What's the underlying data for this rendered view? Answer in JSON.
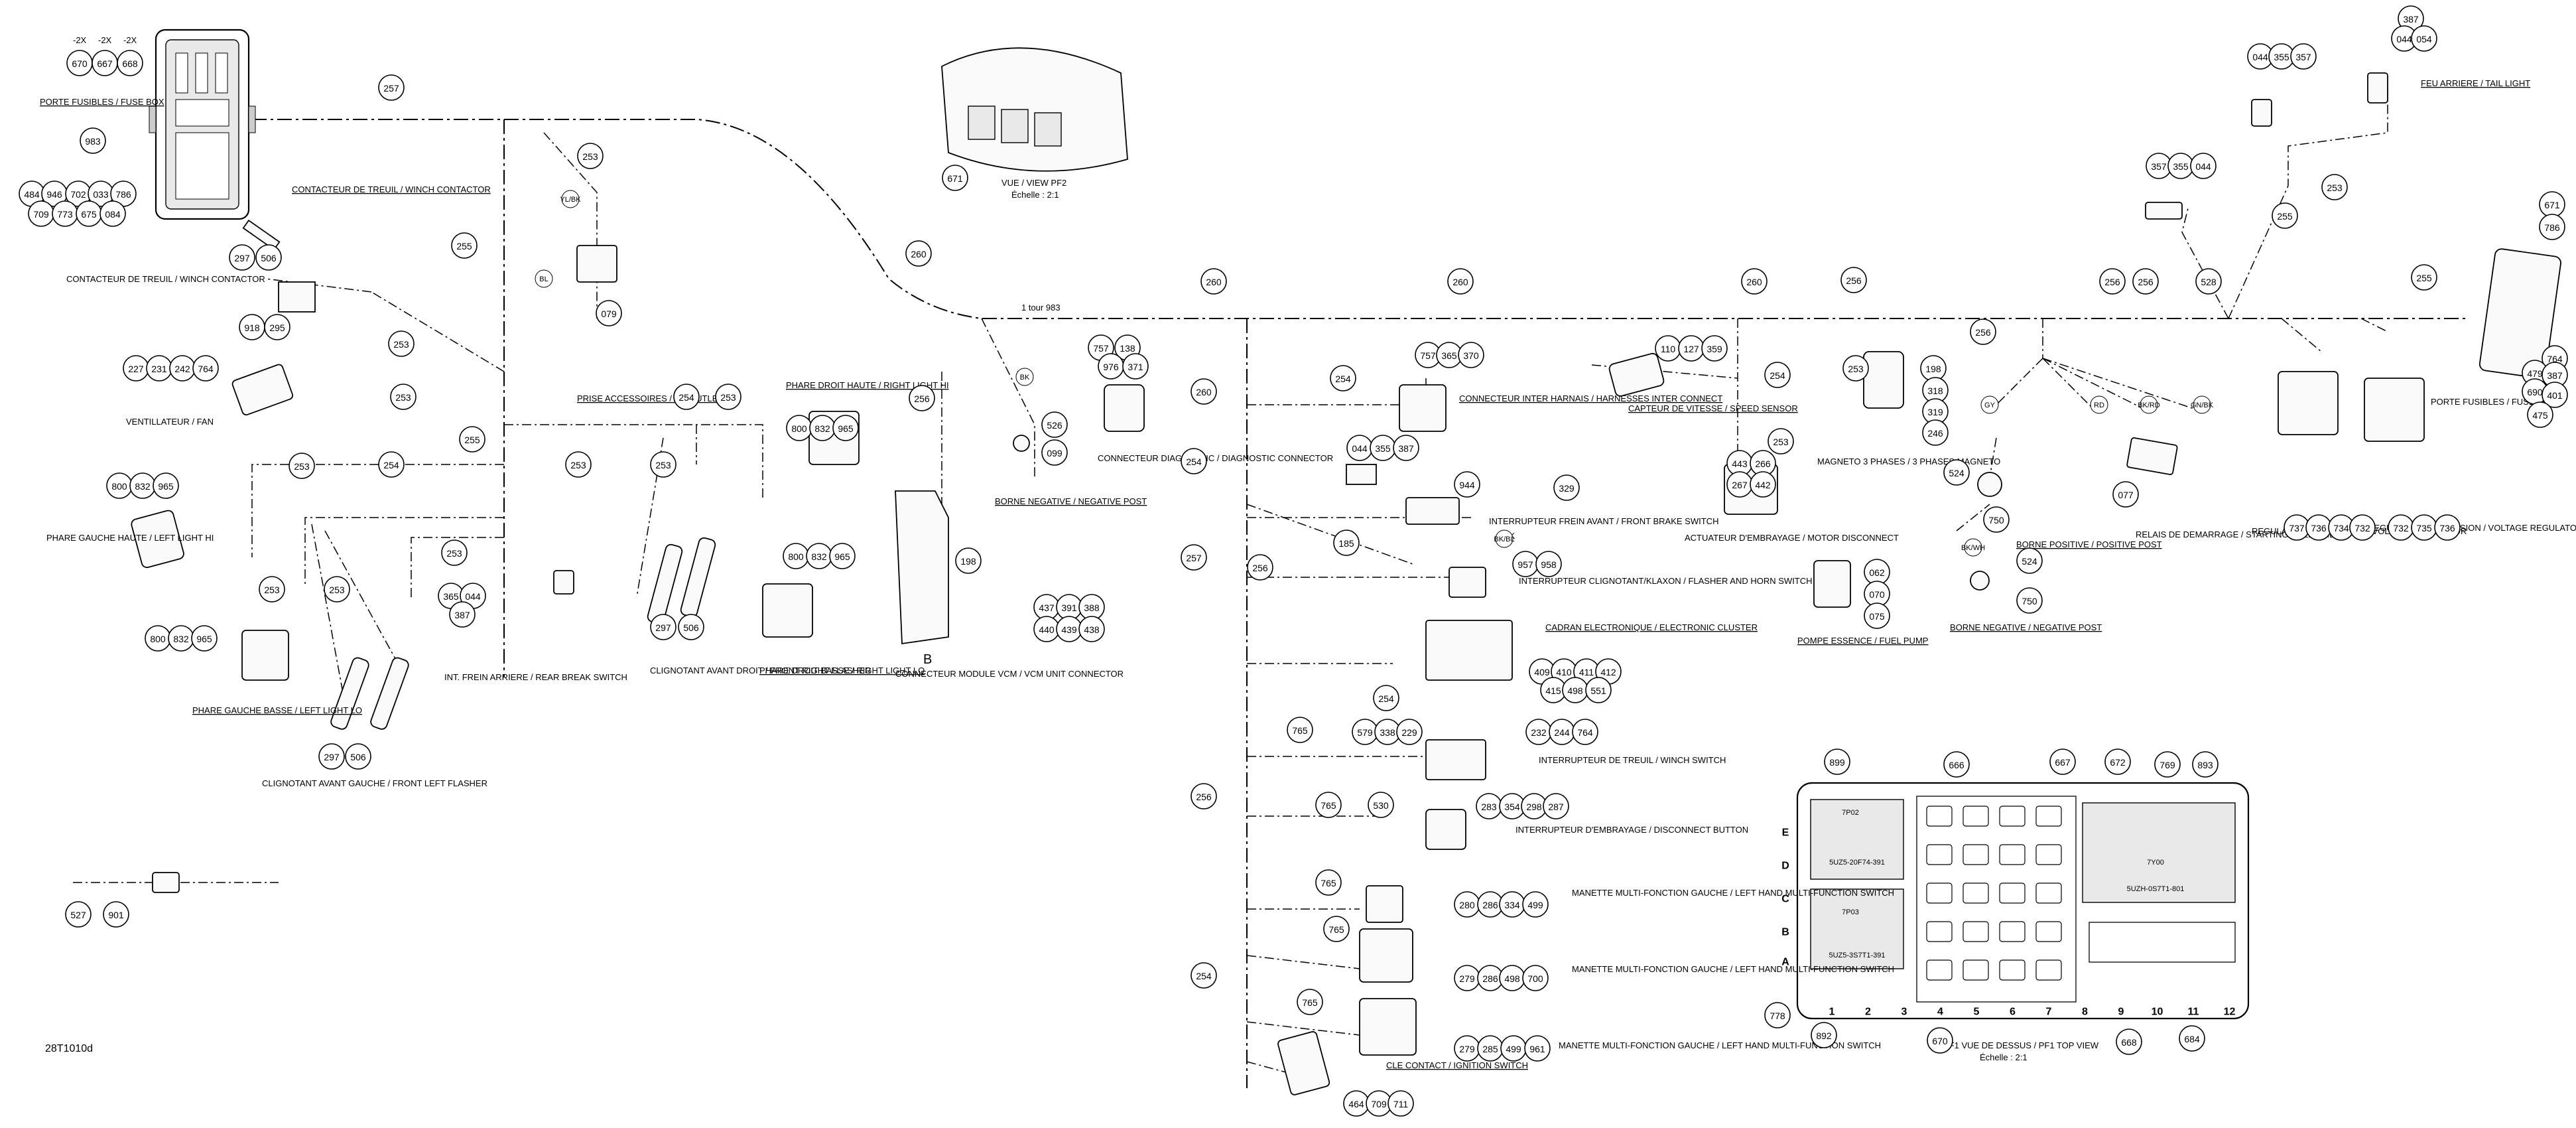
{
  "drawing_code": "28T1010d",
  "fuse_box_top": {
    "label": "PORTE FUSIBLES / FUSE BOX",
    "qty_labels": [
      "-2X",
      "-2X",
      "-2X"
    ],
    "qty_parts": [
      "670",
      "667",
      "668"
    ],
    "parts": [
      "983",
      "484",
      "946",
      "702",
      "033",
      "786",
      "709",
      "773",
      "675",
      "084"
    ]
  },
  "labels": [
    {
      "id": "winch-contactor-top",
      "text": "CONTACTEUR DE TREUIL / WINCH CONTACTOR"
    },
    {
      "id": "winch-contactor-left",
      "text": "CONTACTEUR DE TREUIL / WINCH CONTACTOR"
    },
    {
      "id": "fan",
      "text": "VENTILLATEUR / FAN"
    },
    {
      "id": "left-hi",
      "text": "PHARE GAUCHE HAUTE / LEFT LIGHT HI"
    },
    {
      "id": "left-lo",
      "text": "PHARE GAUCHE BASSE / LEFT LIGHT LO"
    },
    {
      "id": "front-left-flasher",
      "text": "CLIGNOTANT AVANT GAUCHE / FRONT LEFT FLASHER"
    },
    {
      "id": "rear-brake",
      "text": "INT. FREIN ARRIERE / REAR BREAK SWITCH"
    },
    {
      "id": "dc-outlet",
      "text": "PRISE ACCESSOIRES / DC OUTLET"
    },
    {
      "id": "front-right-flasher",
      "text": "CLIGNOTANT AVANT DROIT / FRONT RIGHT FLASHER"
    },
    {
      "id": "right-hi",
      "text": "PHARE DROIT HAUTE / RIGHT LIGHT HI"
    },
    {
      "id": "right-lo",
      "text": "PHARE DROIT BASSE / RIGHT LIGHT LO"
    },
    {
      "id": "view-pf2",
      "text": "VUE / VIEW PF2"
    },
    {
      "id": "view-scale",
      "text": "Échelle : 2:1"
    },
    {
      "id": "neg-post-1",
      "text": "BORNE NEGATIVE / NEGATIVE POST"
    },
    {
      "id": "diag-conn",
      "text": "CONNECTEUR DIAGNOSTIC / DIAGNOSTIC CONNECTOR"
    },
    {
      "id": "vcm",
      "text": "CONNECTEUR MODULE VCM / VCM UNIT CONNECTOR"
    },
    {
      "id": "inter-harness",
      "text": "CONNECTEUR INTER HARNAIS / HARNESSES INTER CONNECT"
    },
    {
      "id": "front-brake",
      "text": "INTERRUPTEUR FREIN AVANT / FRONT BRAKE SWITCH"
    },
    {
      "id": "flasher-sw",
      "text": "INTERRUPTEUR CLIGNOTANT/KLAXON / FLASHER AND HORN SWITCH"
    },
    {
      "id": "cluster",
      "text": "CADRAN ELECTRONIQUE / ELECTRONIC CLUSTER"
    },
    {
      "id": "winch-switch",
      "text": "INTERRUPTEUR DE TREUIL / WINCH SWITCH"
    },
    {
      "id": "disconnect-btn",
      "text": "INTERRUPTEUR D'EMBRAYAGE / DISCONNECT BUTTON"
    },
    {
      "id": "lh-multi-1",
      "text": "MANETTE MULTI-FONCTION GAUCHE / LEFT HAND MULTI-FUNCTION SWITCH"
    },
    {
      "id": "lh-multi-2",
      "text": "MANETTE MULTI-FONCTION GAUCHE / LEFT HAND MULTI-FUNCTION SWITCH"
    },
    {
      "id": "lh-multi-3",
      "text": "MANETTE MULTI-FONCTION GAUCHE / LEFT HAND MULTI-FUNCTION SWITCH"
    },
    {
      "id": "ignition",
      "text": "CLE CONTACT / IGNITION SWITCH"
    },
    {
      "id": "speed-sensor",
      "text": "CAPTEUR DE VITESSE / SPEED SENSOR"
    },
    {
      "id": "motor-disconnect",
      "text": "ACTUATEUR D'EMBRAYAGE / MOTOR DISCONNECT"
    },
    {
      "id": "magneto",
      "text": "MAGNETO 3 PHASES / 3 PHASES MAGNETO"
    },
    {
      "id": "fuel-pump",
      "text": "POMPE ESSENCE / FUEL PUMP"
    },
    {
      "id": "pos-post",
      "text": "BORNE POSITIVE / POSITIVE POST"
    },
    {
      "id": "starting-solenoid",
      "text": "RELAIS DE DEMARRAGE / STARTING SOLENOID"
    },
    {
      "id": "neg-post-2",
      "text": "BORNE NEGATIVE / NEGATIVE POST"
    },
    {
      "id": "vreg-1",
      "text": "REGULATEUR DE TENSION / VOLTAGE REGULATOR"
    },
    {
      "id": "vreg-2",
      "text": "REGULATEUR DE TENSION / VOLTAGE REGULATOR"
    },
    {
      "id": "fuse-box-right",
      "text": "PORTE FUSIBLES / FUSE BOX"
    },
    {
      "id": "tail-light",
      "text": "FEU ARRIERE / TAIL LIGHT"
    },
    {
      "id": "pf1-top-view",
      "text": "PF1 VUE DE DESSUS / PF1 TOP VIEW"
    },
    {
      "id": "pf1-scale",
      "text": "Échelle : 2:1"
    },
    {
      "id": "one-turn",
      "text": "1 tour 983"
    },
    {
      "id": "bk1",
      "text": "BK"
    },
    {
      "id": "bk2",
      "text": "BK"
    },
    {
      "id": "b-letter",
      "text": "B"
    }
  ],
  "callouts": [
    {
      "id": "c-257",
      "n": "257"
    },
    {
      "id": "c-253a",
      "n": "253"
    },
    {
      "id": "c-255a",
      "n": "255"
    },
    {
      "id": "c-260a",
      "n": "260"
    },
    {
      "id": "c-079",
      "n": "079"
    },
    {
      "id": "c-297a",
      "n": "297"
    },
    {
      "id": "c-506a",
      "n": "506"
    },
    {
      "id": "c-918",
      "n": "918"
    },
    {
      "id": "c-295",
      "n": "295"
    },
    {
      "id": "c-227",
      "n": "227"
    },
    {
      "id": "c-231",
      "n": "231"
    },
    {
      "id": "c-242",
      "n": "242"
    },
    {
      "id": "c-764a",
      "n": "764"
    },
    {
      "id": "c-253b",
      "n": "253"
    },
    {
      "id": "c-253c",
      "n": "253"
    },
    {
      "id": "c-255b",
      "n": "255"
    },
    {
      "id": "c-254a",
      "n": "254"
    },
    {
      "id": "c-800a",
      "n": "800"
    },
    {
      "id": "c-832a",
      "n": "832"
    },
    {
      "id": "c-965a",
      "n": "965"
    },
    {
      "id": "c-253d",
      "n": "253"
    },
    {
      "id": "c-253e",
      "n": "253"
    },
    {
      "id": "c-253f",
      "n": "253"
    },
    {
      "id": "c-800b",
      "n": "800"
    },
    {
      "id": "c-832b",
      "n": "832"
    },
    {
      "id": "c-965b",
      "n": "965"
    },
    {
      "id": "c-297b",
      "n": "297"
    },
    {
      "id": "c-506b",
      "n": "506"
    },
    {
      "id": "c-365",
      "n": "365"
    },
    {
      "id": "c-044a",
      "n": "044"
    },
    {
      "id": "c-387a",
      "n": "387"
    },
    {
      "id": "c-253g",
      "n": "253"
    },
    {
      "id": "c-253h",
      "n": "253"
    },
    {
      "id": "c-253i",
      "n": "253"
    },
    {
      "id": "c-254b",
      "n": "254"
    },
    {
      "id": "c-253j",
      "n": "253"
    },
    {
      "id": "c-297c",
      "n": "297"
    },
    {
      "id": "c-506c",
      "n": "506"
    },
    {
      "id": "c-800c",
      "n": "800"
    },
    {
      "id": "c-832c",
      "n": "832"
    },
    {
      "id": "c-965c",
      "n": "965"
    },
    {
      "id": "c-800d",
      "n": "800"
    },
    {
      "id": "c-832d",
      "n": "832"
    },
    {
      "id": "c-965d",
      "n": "965"
    },
    {
      "id": "c-671a",
      "n": "671"
    },
    {
      "id": "c-260b",
      "n": "260"
    },
    {
      "id": "c-260c",
      "n": "260"
    },
    {
      "id": "c-260d",
      "n": "260"
    },
    {
      "id": "c-256a",
      "n": "256"
    },
    {
      "id": "c-256b",
      "n": "256"
    },
    {
      "id": "c-256c",
      "n": "256"
    },
    {
      "id": "c-528",
      "n": "528"
    },
    {
      "id": "c-255c",
      "n": "255"
    },
    {
      "id": "c-757a",
      "n": "757"
    },
    {
      "id": "c-138",
      "n": "138"
    },
    {
      "id": "c-976",
      "n": "976"
    },
    {
      "id": "c-371",
      "n": "371"
    },
    {
      "id": "c-260e",
      "n": "260"
    },
    {
      "id": "c-256d",
      "n": "256"
    },
    {
      "id": "c-526",
      "n": "526"
    },
    {
      "id": "c-099",
      "n": "099"
    },
    {
      "id": "c-198",
      "n": "198"
    },
    {
      "id": "c-437",
      "n": "437"
    },
    {
      "id": "c-391",
      "n": "391"
    },
    {
      "id": "c-388",
      "n": "388"
    },
    {
      "id": "c-440",
      "n": "440"
    },
    {
      "id": "c-439",
      "n": "439"
    },
    {
      "id": "c-438",
      "n": "438"
    },
    {
      "id": "c-254c",
      "n": "254"
    },
    {
      "id": "c-254d",
      "n": "254"
    },
    {
      "id": "c-757b",
      "n": "757"
    },
    {
      "id": "c-365b",
      "n": "365"
    },
    {
      "id": "c-370",
      "n": "370"
    },
    {
      "id": "c-044b",
      "n": "044"
    },
    {
      "id": "c-355a",
      "n": "355"
    },
    {
      "id": "c-387b",
      "n": "387"
    },
    {
      "id": "c-944",
      "n": "944"
    },
    {
      "id": "c-329",
      "n": "329"
    },
    {
      "id": "c-185",
      "n": "185"
    },
    {
      "id": "c-257b",
      "n": "257"
    },
    {
      "id": "c-256e",
      "n": "256"
    },
    {
      "id": "c-957",
      "n": "957"
    },
    {
      "id": "c-958",
      "n": "958"
    },
    {
      "id": "c-254e",
      "n": "254"
    },
    {
      "id": "c-409",
      "n": "409"
    },
    {
      "id": "c-410",
      "n": "410"
    },
    {
      "id": "c-411",
      "n": "411"
    },
    {
      "id": "c-412",
      "n": "412"
    },
    {
      "id": "c-415",
      "n": "415"
    },
    {
      "id": "c-498",
      "n": "498"
    },
    {
      "id": "c-551",
      "n": "551"
    },
    {
      "id": "c-765a",
      "n": "765"
    },
    {
      "id": "c-579",
      "n": "579"
    },
    {
      "id": "c-338",
      "n": "338"
    },
    {
      "id": "c-229",
      "n": "229"
    },
    {
      "id": "c-232",
      "n": "232"
    },
    {
      "id": "c-244",
      "n": "244"
    },
    {
      "id": "c-764b",
      "n": "764"
    },
    {
      "id": "c-256f",
      "n": "256"
    },
    {
      "id": "c-765b",
      "n": "765"
    },
    {
      "id": "c-530",
      "n": "530"
    },
    {
      "id": "c-283",
      "n": "283"
    },
    {
      "id": "c-354",
      "n": "354"
    },
    {
      "id": "c-298",
      "n": "298"
    },
    {
      "id": "c-287",
      "n": "287"
    },
    {
      "id": "c-765c",
      "n": "765"
    },
    {
      "id": "c-280",
      "n": "280"
    },
    {
      "id": "c-286a",
      "n": "286"
    },
    {
      "id": "c-334",
      "n": "334"
    },
    {
      "id": "c-499a",
      "n": "499"
    },
    {
      "id": "c-765d",
      "n": "765"
    },
    {
      "id": "c-279a",
      "n": "279"
    },
    {
      "id": "c-286b",
      "n": "286"
    },
    {
      "id": "c-498b",
      "n": "498"
    },
    {
      "id": "c-700",
      "n": "700"
    },
    {
      "id": "c-254f",
      "n": "254"
    },
    {
      "id": "c-765e",
      "n": "765"
    },
    {
      "id": "c-279b",
      "n": "279"
    },
    {
      "id": "c-285",
      "n": "285"
    },
    {
      "id": "c-499b",
      "n": "499"
    },
    {
      "id": "c-961",
      "n": "961"
    },
    {
      "id": "c-464",
      "n": "464"
    },
    {
      "id": "c-709b",
      "n": "709"
    },
    {
      "id": "c-711",
      "n": "711"
    },
    {
      "id": "c-110",
      "n": "110"
    },
    {
      "id": "c-127",
      "n": "127"
    },
    {
      "id": "c-359",
      "n": "359"
    },
    {
      "id": "c-254g",
      "n": "254"
    },
    {
      "id": "c-253k",
      "n": "253"
    },
    {
      "id": "c-443",
      "n": "443"
    },
    {
      "id": "c-266",
      "n": "266"
    },
    {
      "id": "c-267",
      "n": "267"
    },
    {
      "id": "c-442",
      "n": "442"
    },
    {
      "id": "c-256g",
      "n": "256"
    },
    {
      "id": "c-253l",
      "n": "253"
    },
    {
      "id": "c-198b",
      "n": "198"
    },
    {
      "id": "c-318",
      "n": "318"
    },
    {
      "id": "c-319",
      "n": "319"
    },
    {
      "id": "c-246",
      "n": "246"
    },
    {
      "id": "c-062",
      "n": "062"
    },
    {
      "id": "c-070",
      "n": "070"
    },
    {
      "id": "c-075",
      "n": "075"
    },
    {
      "id": "c-524a",
      "n": "524"
    },
    {
      "id": "c-750a",
      "n": "750"
    },
    {
      "id": "c-077",
      "n": "077"
    },
    {
      "id": "c-524b",
      "n": "524"
    },
    {
      "id": "c-750b",
      "n": "750"
    },
    {
      "id": "c-737",
      "n": "737"
    },
    {
      "id": "c-736a",
      "n": "736"
    },
    {
      "id": "c-734",
      "n": "734"
    },
    {
      "id": "c-732a",
      "n": "732"
    },
    {
      "id": "c-732b",
      "n": "732"
    },
    {
      "id": "c-735",
      "n": "735"
    },
    {
      "id": "c-736b",
      "n": "736"
    },
    {
      "id": "c-387c",
      "n": "387"
    },
    {
      "id": "c-044c",
      "n": "044"
    },
    {
      "id": "c-054",
      "n": "054"
    },
    {
      "id": "c-044d",
      "n": "044"
    },
    {
      "id": "c-355b",
      "n": "355"
    },
    {
      "id": "c-357a",
      "n": "357"
    },
    {
      "id": "c-357b",
      "n": "357"
    },
    {
      "id": "c-355c",
      "n": "355"
    },
    {
      "id": "c-044e",
      "n": "044"
    },
    {
      "id": "c-253m",
      "n": "253"
    },
    {
      "id": "c-255d",
      "n": "255"
    },
    {
      "id": "c-671b",
      "n": "671"
    },
    {
      "id": "c-786b",
      "n": "786"
    },
    {
      "id": "c-764c",
      "n": "764"
    },
    {
      "id": "c-479",
      "n": "479"
    },
    {
      "id": "c-387d",
      "n": "387"
    },
    {
      "id": "c-690",
      "n": "690"
    },
    {
      "id": "c-401",
      "n": "401"
    },
    {
      "id": "c-475",
      "n": "475"
    },
    {
      "id": "c-899",
      "n": "899"
    },
    {
      "id": "c-666",
      "n": "666"
    },
    {
      "id": "c-667",
      "n": "667"
    },
    {
      "id": "c-672",
      "n": "672"
    },
    {
      "id": "c-769",
      "n": "769"
    },
    {
      "id": "c-893",
      "n": "893"
    },
    {
      "id": "c-778",
      "n": "778"
    },
    {
      "id": "c-892",
      "n": "892"
    },
    {
      "id": "c-670",
      "n": "670"
    },
    {
      "id": "c-668",
      "n": "668"
    },
    {
      "id": "c-684",
      "n": "684"
    },
    {
      "id": "c-527",
      "n": "527"
    },
    {
      "id": "c-901",
      "n": "901"
    }
  ],
  "pf1_grid": {
    "rows": [
      "E",
      "D",
      "C",
      "B",
      "A"
    ],
    "cols": [
      "1",
      "2",
      "3",
      "4",
      "5",
      "6",
      "7",
      "8",
      "9",
      "10",
      "11",
      "12"
    ],
    "inner_labels": [
      "7P02",
      "5UZ5-20F74-391",
      "7Y00",
      "5UZH-0S7T1-801",
      "7P03",
      "5UZ5-3S7T1-391"
    ]
  },
  "wire_tags": [
    "BK",
    "BK/BL",
    "YL/BK",
    "BL",
    "GY",
    "RD",
    "BK/RD",
    "GN/BK",
    "BK/WH"
  ]
}
